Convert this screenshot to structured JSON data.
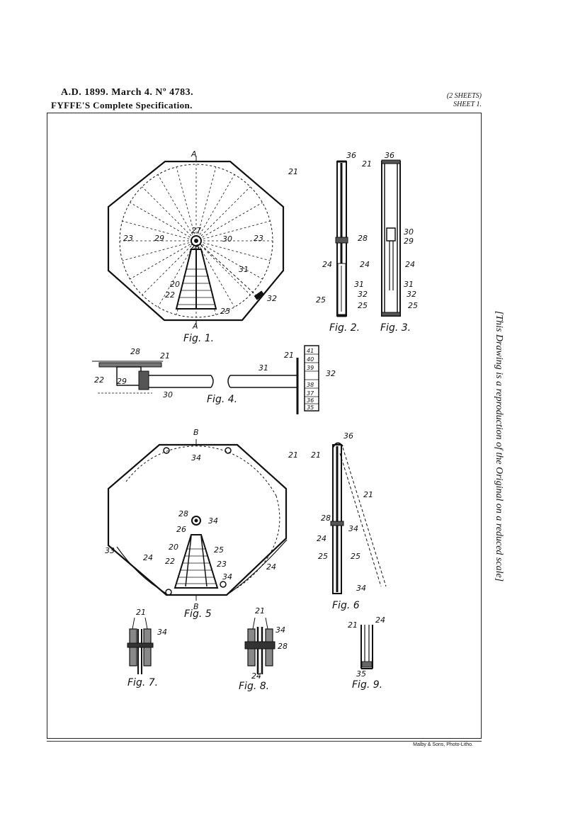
{
  "header": {
    "line1": "A.D. 1899. March 4. Nº 4783.",
    "line2": "FYFFE'S Complete Specification.",
    "sheets": "(2 SHEETS)",
    "sheet": "SHEET 1."
  },
  "side_note": "[This Drawing is a reproduction of the Original on a reduced scale]",
  "printer": "Malby & Sons, Photo-Litho.",
  "figures": {
    "f1": "Fig. 1.",
    "f2": "Fig. 2.",
    "f3": "Fig. 3.",
    "f4": "Fig. 4.",
    "f5": "Fig. 5",
    "f6": "Fig. 6",
    "f7": "Fig. 7.",
    "f8": "Fig. 8.",
    "f9": "Fig. 9."
  },
  "labels": {
    "A": "A",
    "B": "B",
    "n20": "20",
    "n21": "21",
    "n22": "22",
    "n23": "23",
    "n24": "24",
    "n25": "25",
    "n26": "26",
    "n27": "27",
    "n28": "28",
    "n29": "29",
    "n30": "30",
    "n31": "31",
    "n32": "32",
    "n33": "33",
    "n34": "34",
    "n35": "35",
    "n36": "36",
    "n37": "37",
    "n38": "38",
    "n39": "39",
    "n40": "40",
    "n41": "41"
  }
}
